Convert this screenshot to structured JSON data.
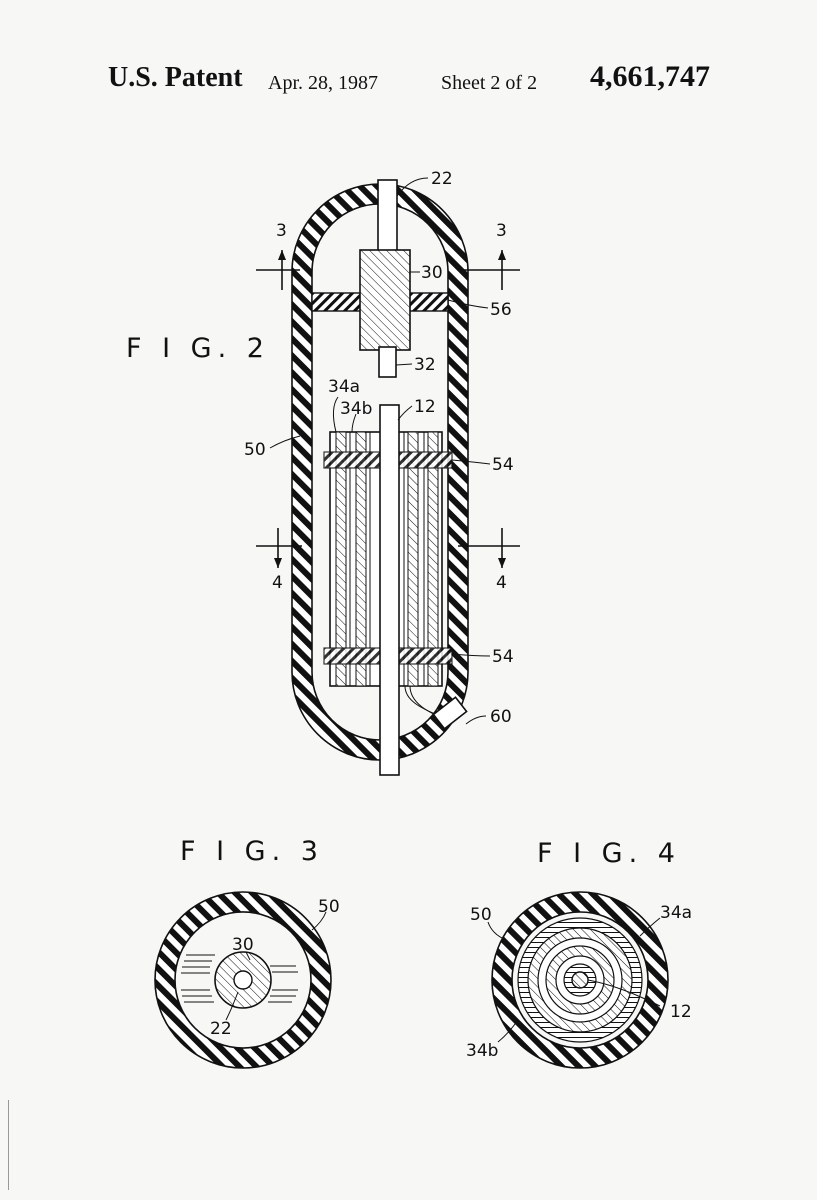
{
  "header": {
    "title": "U.S. Patent",
    "date": "Apr. 28, 1987",
    "sheet": "Sheet 2 of 2",
    "patent_number": "4,661,747"
  },
  "figures": {
    "fig2": {
      "label": "F I G. 2",
      "refs": {
        "r22": "22",
        "r30": "30",
        "r56": "56",
        "r32": "32",
        "r34a": "34a",
        "r34b": "34b",
        "r12": "12",
        "r50": "50",
        "r54_top": "54",
        "r54_bottom": "54",
        "r60": "60",
        "sec3_left": "3",
        "sec3_right": "3",
        "sec4_left": "4",
        "sec4_right": "4"
      }
    },
    "fig3": {
      "label": "F I G. 3",
      "refs": {
        "r50": "50",
        "r30": "30",
        "r22": "22"
      }
    },
    "fig4": {
      "label": "F I G. 4",
      "refs": {
        "r50": "50",
        "r34a": "34a",
        "r12": "12",
        "r34b": "34b"
      }
    }
  }
}
